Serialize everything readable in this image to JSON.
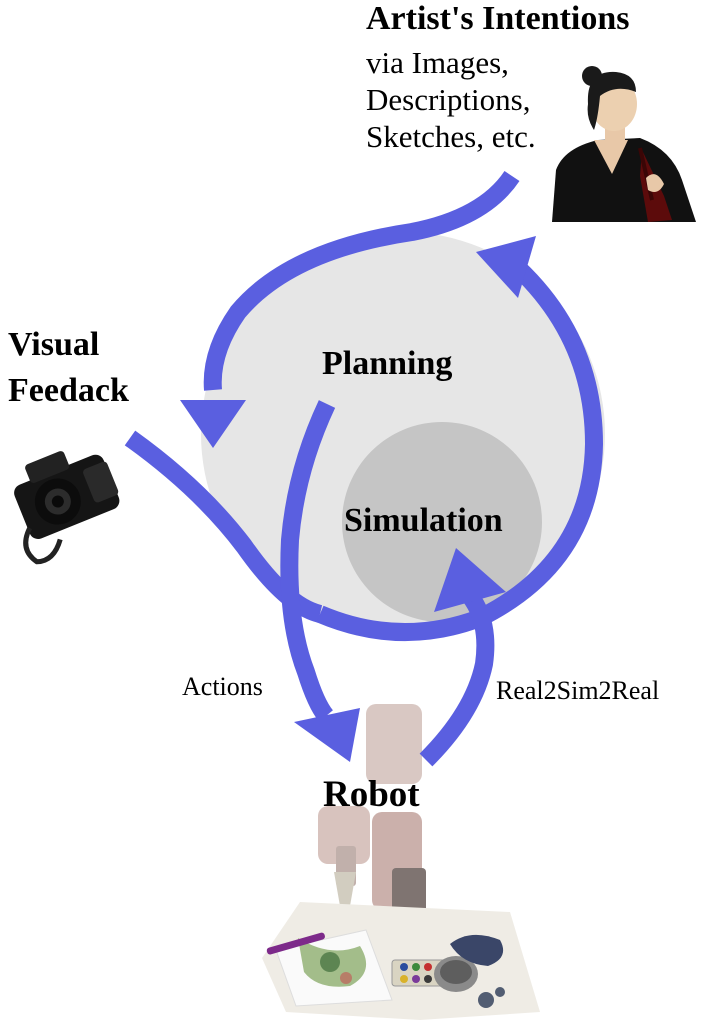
{
  "labels": {
    "artist_title": "Artist's Intentions",
    "artist_sub": [
      "via Images,",
      "Descriptions,",
      "Sketches, etc."
    ],
    "visual_feedback": [
      "Visual",
      "Feedack"
    ],
    "planning": "Planning",
    "simulation": "Simulation",
    "actions": "Actions",
    "real2sim2real": "Real2Sim2Real",
    "robot": "Robot"
  },
  "colors": {
    "arrow": "#5a5fe0",
    "planning_circle": "#e6e6e6",
    "simulation_circle": "#c5c5c5"
  },
  "pictures": [
    "artist-figure",
    "camera",
    "robot-arm",
    "painting-table"
  ]
}
